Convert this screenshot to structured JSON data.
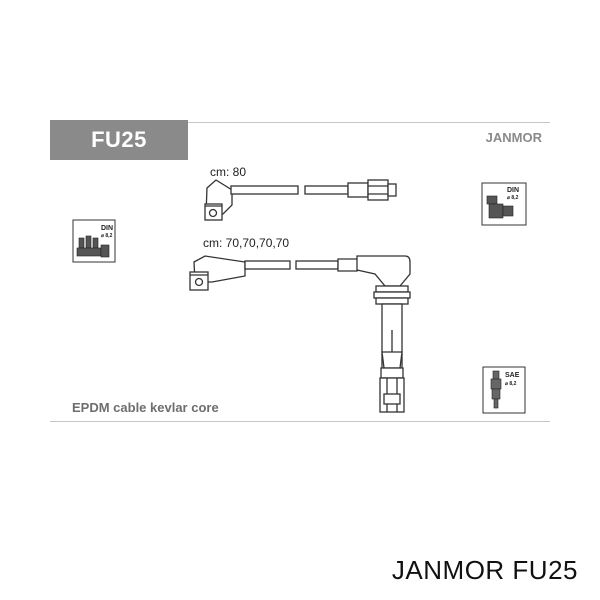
{
  "header": {
    "code": "FU25",
    "brand": "JANMOR"
  },
  "cables": {
    "short_length_label": "cm: 80",
    "long_length_label": "cm: 70,70,70,70"
  },
  "material_note": "EPDM cable kevlar core",
  "standards": {
    "left_din": "DIN",
    "right_din": "DIN",
    "din_size": "⌀ 8,2",
    "sae": "SAE",
    "sae_size": "⌀ 8,2"
  },
  "caption": "JANMOR FU25"
}
